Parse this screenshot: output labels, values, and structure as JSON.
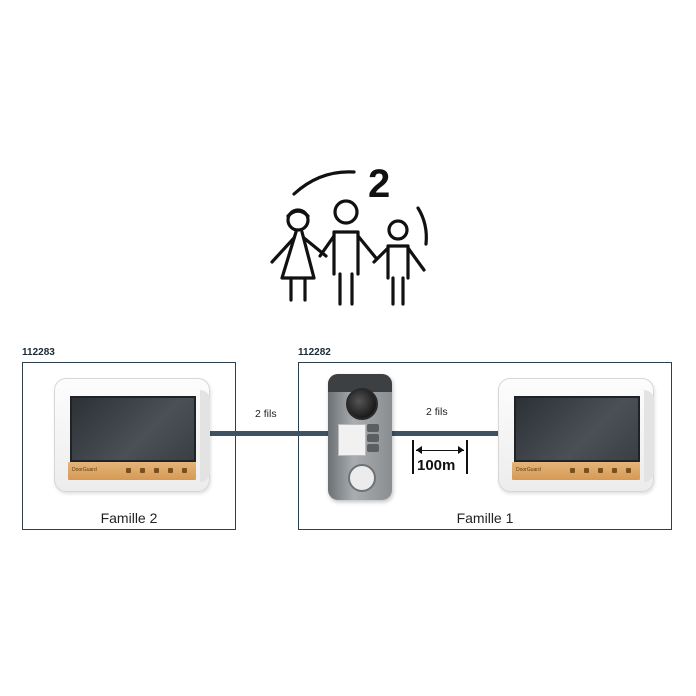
{
  "family_icon": {
    "count": "2"
  },
  "left_box": {
    "code": "112283",
    "caption": "Famille 2"
  },
  "right_box": {
    "code": "112282",
    "caption": "Famille 1"
  },
  "wires": {
    "left_label": "2 fils",
    "right_label": "2 fils"
  },
  "distance": {
    "label": "100m"
  },
  "colors": {
    "frame": "#2b3f4e",
    "wire": "#3e5261",
    "panel_accent": "#d59a55"
  }
}
